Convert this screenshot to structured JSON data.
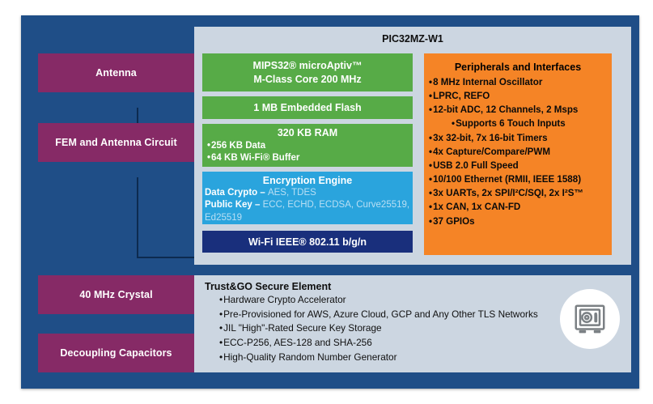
{
  "diagram": {
    "title": "PIC32MZ-W1",
    "colors": {
      "board": "#1f4e87",
      "purple": "#862a66",
      "green": "#57ab47",
      "orange": "#f58426",
      "crypto_blue": "#2aa4dd",
      "wifi_navy": "#192f7c",
      "panel": "#ccd6e1"
    }
  },
  "left_blocks": [
    {
      "label": "Antenna"
    },
    {
      "label": "FEM and Antenna Circuit"
    },
    {
      "label": "40 MHz Crystal"
    },
    {
      "label": "Decoupling Capacitors"
    }
  ],
  "core": {
    "line1": "MIPS32® microAptiv™",
    "line2": "M-Class Core 200 MHz"
  },
  "flash": {
    "label": "1 MB Embedded Flash"
  },
  "ram": {
    "title": "320 KB RAM",
    "bullets": [
      "256 KB Data",
      "64 KB Wi-Fi® Buffer"
    ]
  },
  "crypto": {
    "title": "Encryption Engine",
    "data_crypto_label": "Data Crypto – ",
    "data_crypto_value": "AES, TDES",
    "public_key_label": "Public Key – ",
    "public_key_value": "ECC, ECHD, ECDSA,  Curve25519, Ed25519"
  },
  "wifi": {
    "label": "Wi-Fi IEEE® 802.11 b/g/n"
  },
  "peripherals": {
    "title": "Peripherals and Interfaces",
    "items": [
      {
        "text": "8 MHz Internal Oscillator",
        "sub": false
      },
      {
        "text": "LPRC, REFO",
        "sub": false
      },
      {
        "text": "12-bit ADC, 12 Channels, 2 Msps",
        "sub": false
      },
      {
        "text": "Supports 6 Touch Inputs",
        "sub": true
      },
      {
        "text": "3x 32-bit, 7x 16-bit Timers",
        "sub": false
      },
      {
        "text": "4x Capture/Compare/PWM",
        "sub": false
      },
      {
        "text": "USB 2.0 Full Speed",
        "sub": false
      },
      {
        "text": "10/100 Ethernet (RMII, IEEE 1588)",
        "sub": false
      },
      {
        "text": "3x UARTs, 2x SPI/I²C/SQI, 2x I²S™",
        "sub": false
      },
      {
        "text": "1x CAN, 1x CAN-FD",
        "sub": false
      },
      {
        "text": "37 GPIOs",
        "sub": false
      }
    ]
  },
  "trustgo": {
    "title": "Trust&GO Secure Element",
    "bullets": [
      "Hardware Crypto Accelerator",
      "Pre-Provisioned for AWS, Azure Cloud, GCP and Any Other TLS Networks",
      "JIL \"High\"-Rated Secure Key Storage",
      "ECC-P256, AES-128 and SHA-256",
      "High-Quality Random Number Generator"
    ],
    "icon": "safe-vault-icon"
  }
}
